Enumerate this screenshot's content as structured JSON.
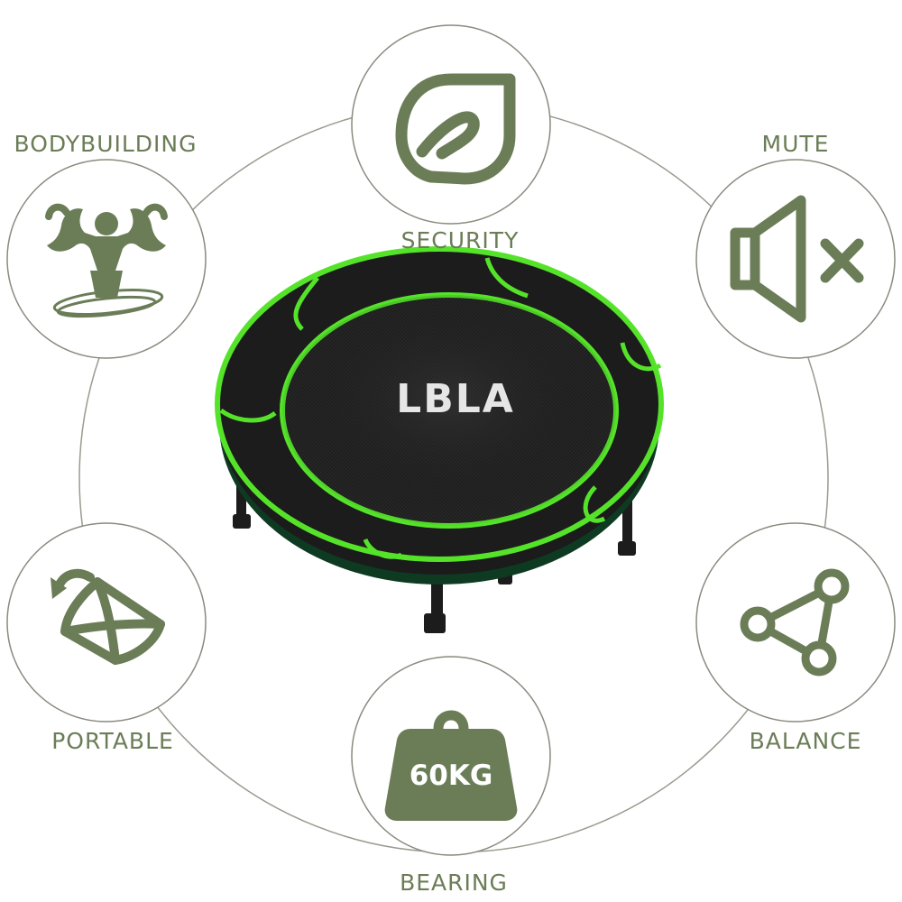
{
  "brand": {
    "logo_text": "LBLA"
  },
  "features": {
    "security": {
      "label": "SECURITY",
      "icon": "leaf-icon"
    },
    "bodybuilding": {
      "label": "BODYBUILDING",
      "icon": "muscle-man-icon"
    },
    "mute": {
      "label": "MUTE",
      "icon": "speaker-mute-icon"
    },
    "portable": {
      "label": "PORTABLE",
      "icon": "fold-rotate-icon"
    },
    "balance": {
      "label": "BALANCE",
      "icon": "triangle-nodes-icon"
    },
    "bearing": {
      "label": "BEARING",
      "icon": "weight-icon",
      "weight_text": "60KG"
    }
  },
  "colors": {
    "icon_green": "#6b7d57",
    "circle_stroke": "#8a8a80",
    "trampoline_green": "#55e32a",
    "mat_black": "#1a1a1a"
  }
}
